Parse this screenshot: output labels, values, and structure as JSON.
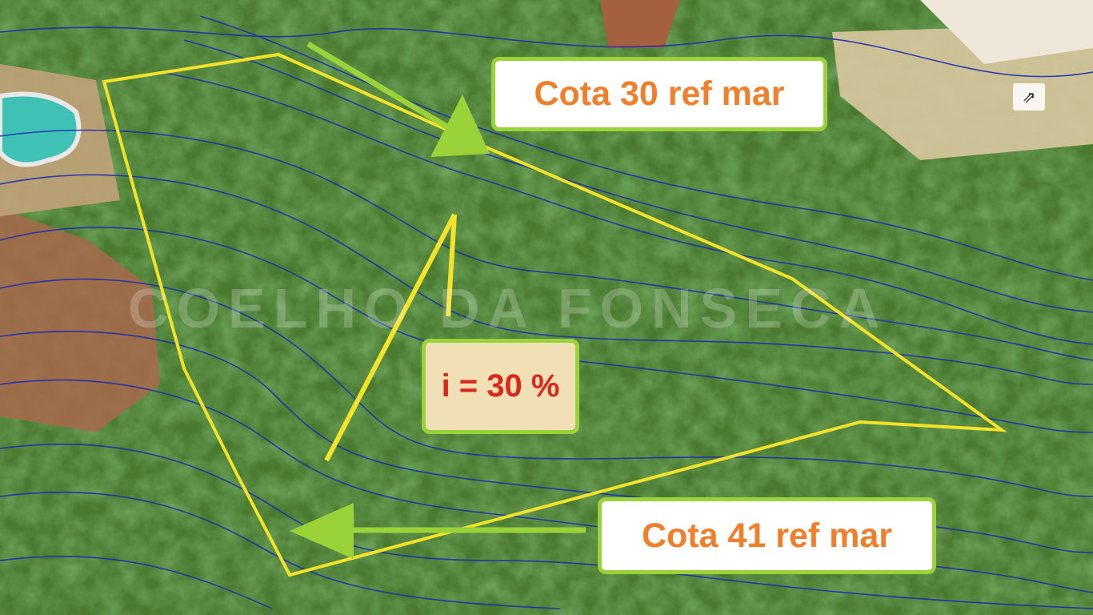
{
  "map": {
    "label_top": "Cota 30 ref mar",
    "label_bottom": "Cota 41 ref mar",
    "slope_label": "i = 30 %",
    "watermark": "COELHO DA FONSECA",
    "share_icon": "share-icon"
  },
  "colors": {
    "boundary": "#f2e22a",
    "arrow": "#9ad23a",
    "contour": "#1c2fb0",
    "label_text": "#ef7f2b",
    "slope_text": "#d9291c"
  }
}
